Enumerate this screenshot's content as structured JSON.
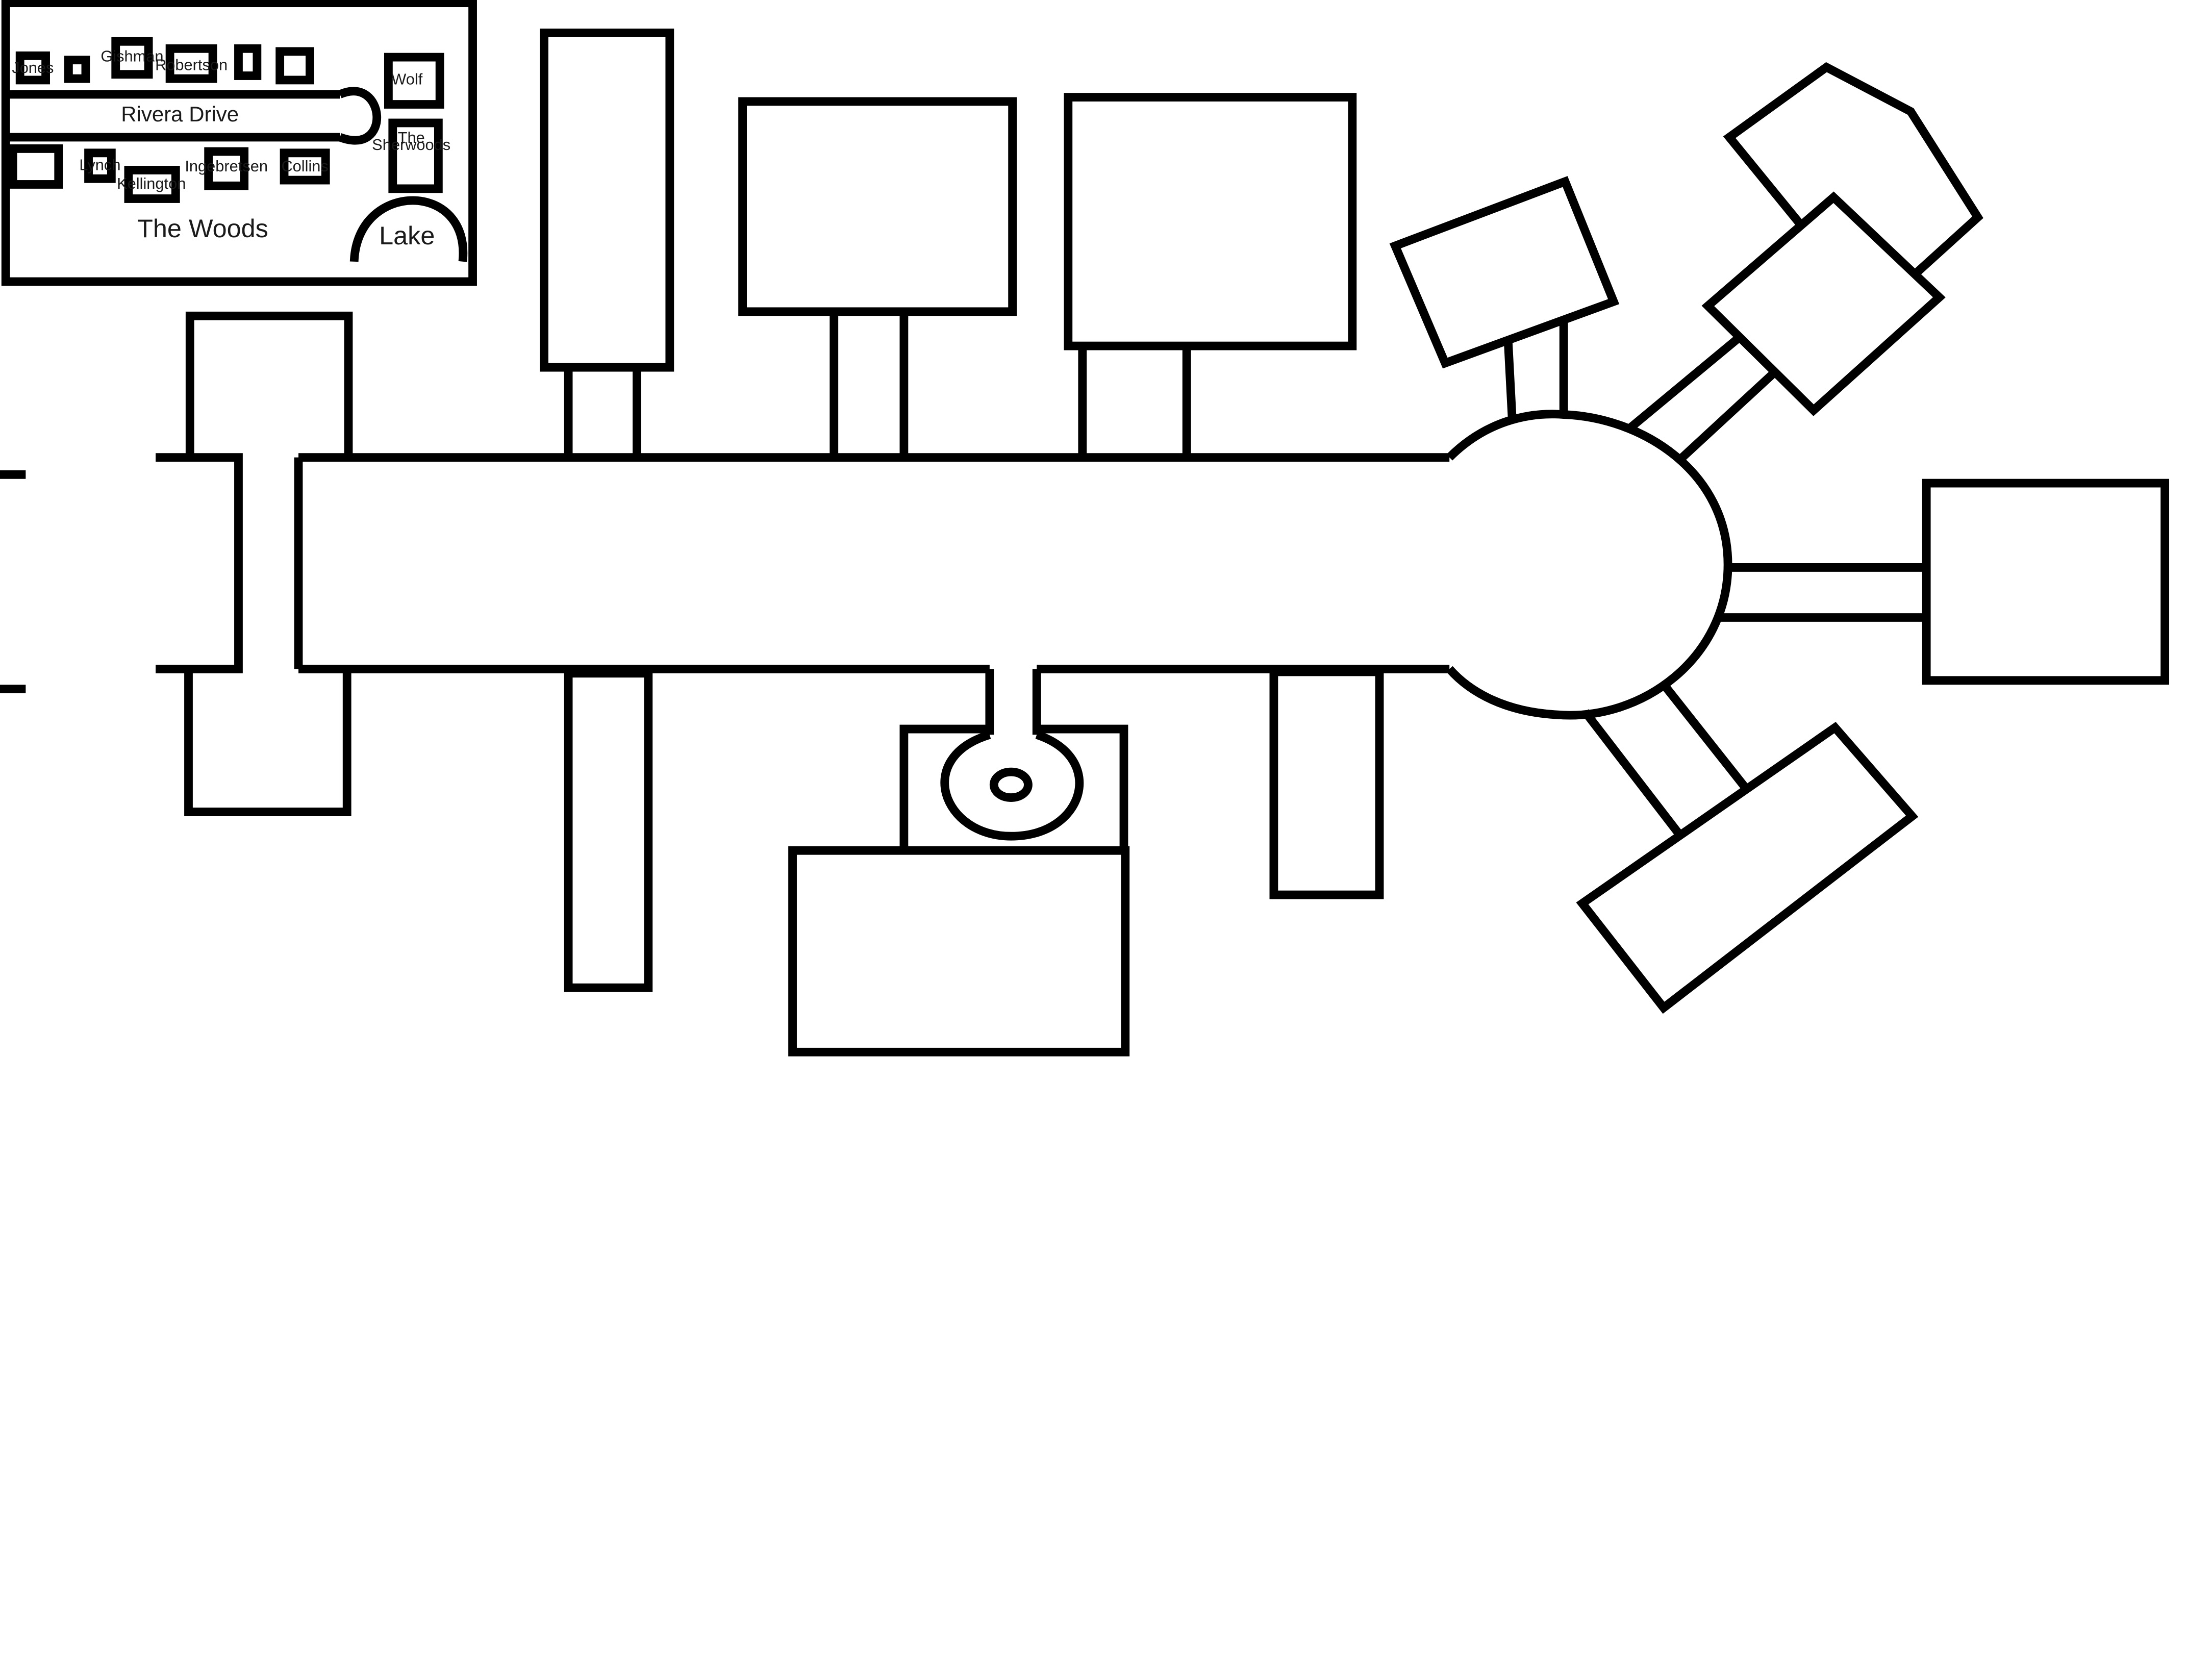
{
  "inset_map": {
    "street": "Rivera Drive",
    "area": "The Woods",
    "lake": "Lake",
    "houses": {
      "jones": "Jones",
      "gishman": "Gishman",
      "robertson": "Robertson",
      "wolf": "Wolf",
      "lynch": "Lynch",
      "kellington": "Kellington",
      "ingebretsen": "Ingebretsen",
      "collins": "Collins",
      "sherwoods_line1": "The",
      "sherwoods_line2": "Sherwoods"
    }
  }
}
